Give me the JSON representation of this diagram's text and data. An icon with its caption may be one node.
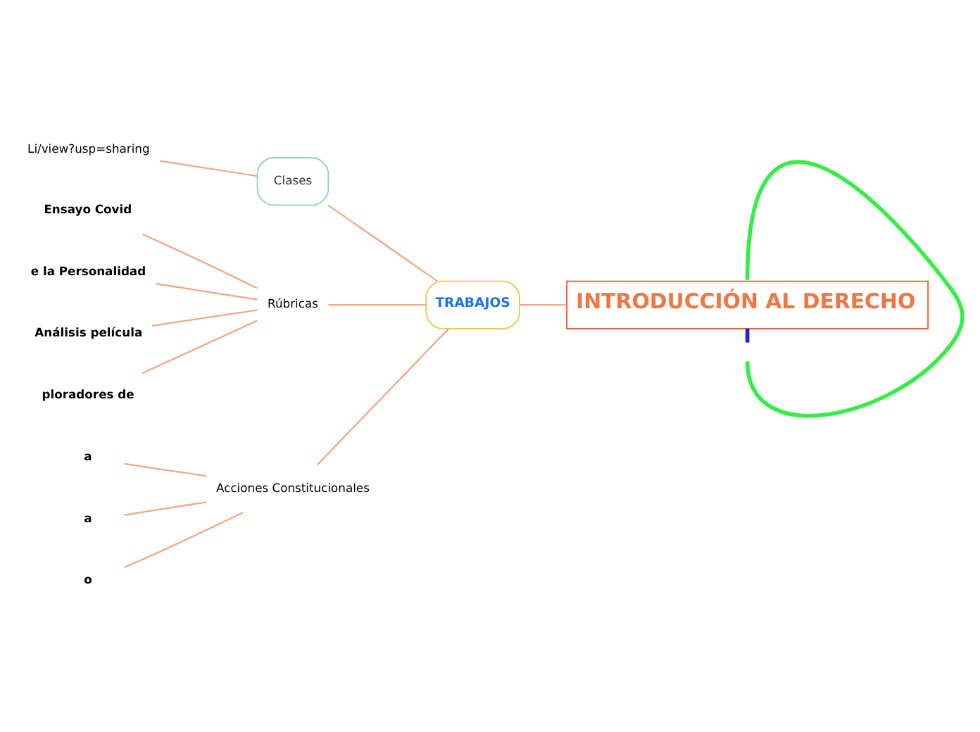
{
  "diagram": {
    "nodes": [
      {
        "text": [
          "INTRODUCCIÓN AL DERECHO"
        ]
      },
      {
        "text": [
          "TRABAJOS"
        ]
      },
      {
        "text": [
          "Clases"
        ]
      },
      {
        "text": [
          "Li/view?usp=sharing"
        ]
      },
      {
        "text": [
          "Rúbricas"
        ]
      },
      {
        "text": [
          "Ensayo Covid"
        ]
      },
      {
        "text": [
          "e la Personalidad"
        ]
      },
      {
        "text": [
          "Análisis película"
        ]
      },
      {
        "text": [
          "ploradores de"
        ]
      },
      {
        "text": [
          "Acciones Constitucionales"
        ]
      },
      {
        "text": [
          "a"
        ]
      },
      {
        "text": [
          "a"
        ]
      },
      {
        "text": [
          "o"
        ]
      }
    ],
    "edges": [
      {
        "from": 0,
        "to": null,
        "arrow": "none",
        "style": "thick",
        "color": "#33ee44"
      },
      {
        "from": 0,
        "to": null,
        "arrow": "none",
        "style": "thick",
        "color": "#2222ee"
      },
      {
        "from": 0,
        "to": 1,
        "arrow": "none"
      },
      {
        "from": 1,
        "to": 2,
        "arrow": "none"
      },
      {
        "from": 2,
        "to": 3,
        "arrow": "none"
      },
      {
        "from": 1,
        "to": 4,
        "arrow": "none"
      },
      {
        "from": 4,
        "to": 5,
        "arrow": "none"
      },
      {
        "from": 4,
        "to": 6,
        "arrow": "none"
      },
      {
        "from": 4,
        "to": 7,
        "arrow": "none"
      },
      {
        "from": 4,
        "to": 8,
        "arrow": "none"
      },
      {
        "from": 1,
        "to": 9,
        "arrow": "none"
      },
      {
        "from": 9,
        "to": 10,
        "arrow": "none"
      },
      {
        "from": 9,
        "to": 11,
        "arrow": "none"
      },
      {
        "from": 9,
        "to": 12,
        "arrow": "none"
      }
    ]
  }
}
